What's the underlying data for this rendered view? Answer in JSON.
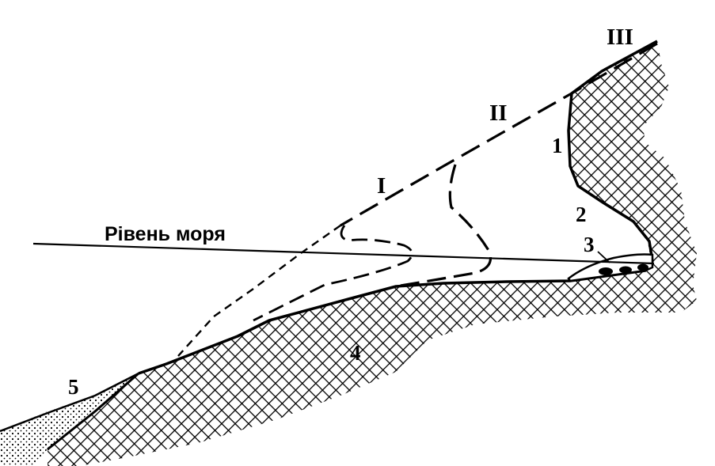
{
  "diagram": {
    "sea_level_label": "Рівень моря",
    "stage_labels": [
      "I",
      "II",
      "III"
    ],
    "element_labels": [
      "1",
      "2",
      "3",
      "4",
      "5"
    ]
  },
  "colors": {
    "ink": "#000000",
    "background": "#ffffff"
  }
}
